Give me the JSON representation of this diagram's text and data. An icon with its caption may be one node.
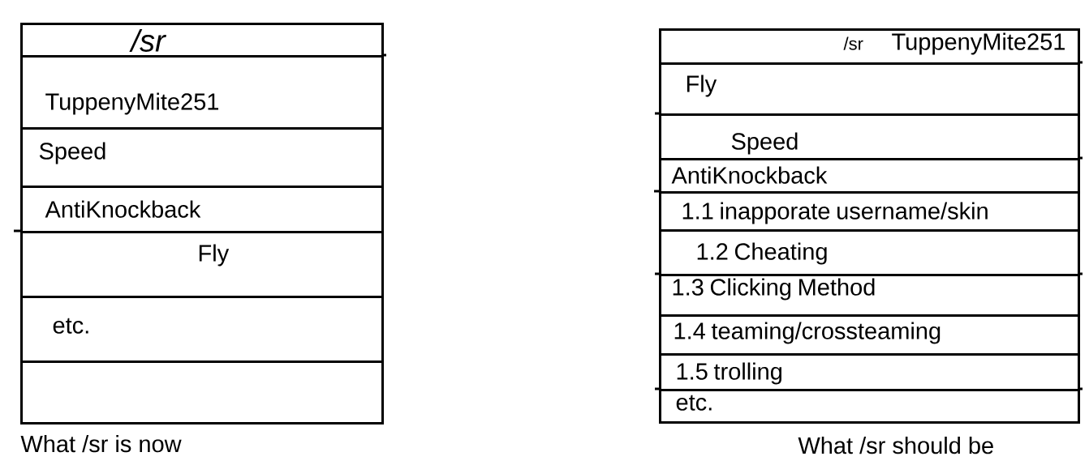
{
  "diagram": {
    "nodes": [
      {
        "text": [],
        "shape": "box",
        "beside": [
          "What /sr is now"
        ]
      },
      {
        "text": [
          "/sr"
        ],
        "in": 0
      },
      {
        "text": [
          "TuppenyMite251"
        ],
        "in": 0
      },
      {
        "text": [
          "Speed"
        ],
        "in": 0
      },
      {
        "text": [
          "AntiKnockback"
        ],
        "in": 0
      },
      {
        "text": [
          "Fly"
        ],
        "in": 0
      },
      {
        "text": [
          "etc."
        ],
        "in": 0
      },
      {
        "text": [],
        "shape": "box",
        "in": 0
      },
      {
        "text": [],
        "shape": "box",
        "beside": [
          "What /sr should be"
        ]
      },
      {
        "text": [
          "/sr",
          "TuppenyMite251"
        ],
        "in": 8
      },
      {
        "text": [
          "Fly"
        ],
        "in": 8
      },
      {
        "text": [
          "Speed"
        ],
        "in": 8
      },
      {
        "text": [
          "AntiKnockback"
        ],
        "in": 8
      },
      {
        "text": [
          "1.1 inapporate username/skin"
        ],
        "in": 8
      },
      {
        "text": [
          "1.2 Cheating"
        ],
        "in": 8
      },
      {
        "text": [
          "1.3 Clicking Method"
        ],
        "in": 8
      },
      {
        "text": [
          "1.4 teaming/crossteaming"
        ],
        "in": 8
      },
      {
        "text": [
          "1.5 trolling"
        ],
        "in": 8
      },
      {
        "text": [
          "etc."
        ],
        "in": 8
      }
    ]
  }
}
